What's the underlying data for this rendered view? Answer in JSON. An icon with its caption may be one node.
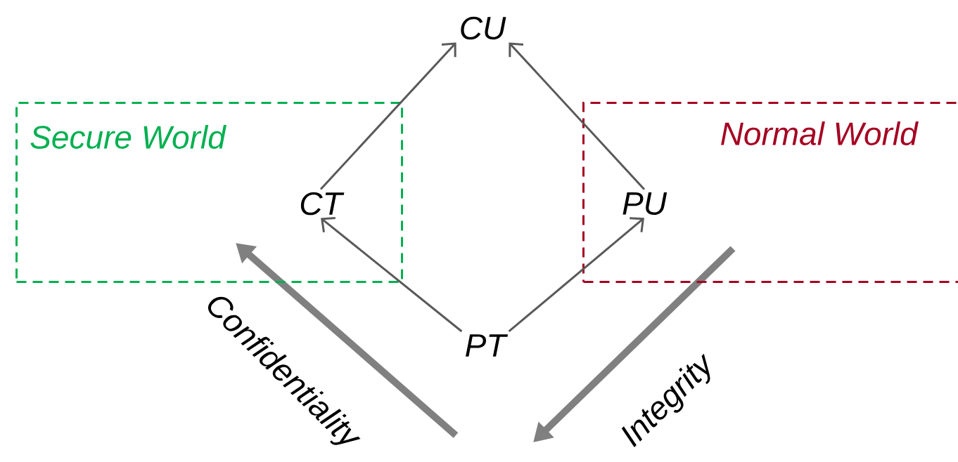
{
  "diagram": {
    "nodes": [
      {
        "text": [
          "Secure World"
        ]
      },
      {
        "text": [
          "CT"
        ],
        "in": 0
      },
      {
        "text": [
          "Normal World"
        ]
      },
      {
        "text": [
          "PU"
        ],
        "in": 2
      },
      {
        "text": [
          "CU"
        ]
      },
      {
        "text": [
          "PT"
        ]
      }
    ],
    "edges": [
      {
        "from": 1,
        "to": 4,
        "arrow": "to"
      },
      {
        "from": 3,
        "to": 4,
        "arrow": "to"
      },
      {
        "from": 5,
        "to": 1,
        "arrow": "to"
      },
      {
        "from": 5,
        "to": 3,
        "arrow": "to"
      }
    ],
    "labels": [
      "Confidentiality",
      "Integrity"
    ]
  }
}
